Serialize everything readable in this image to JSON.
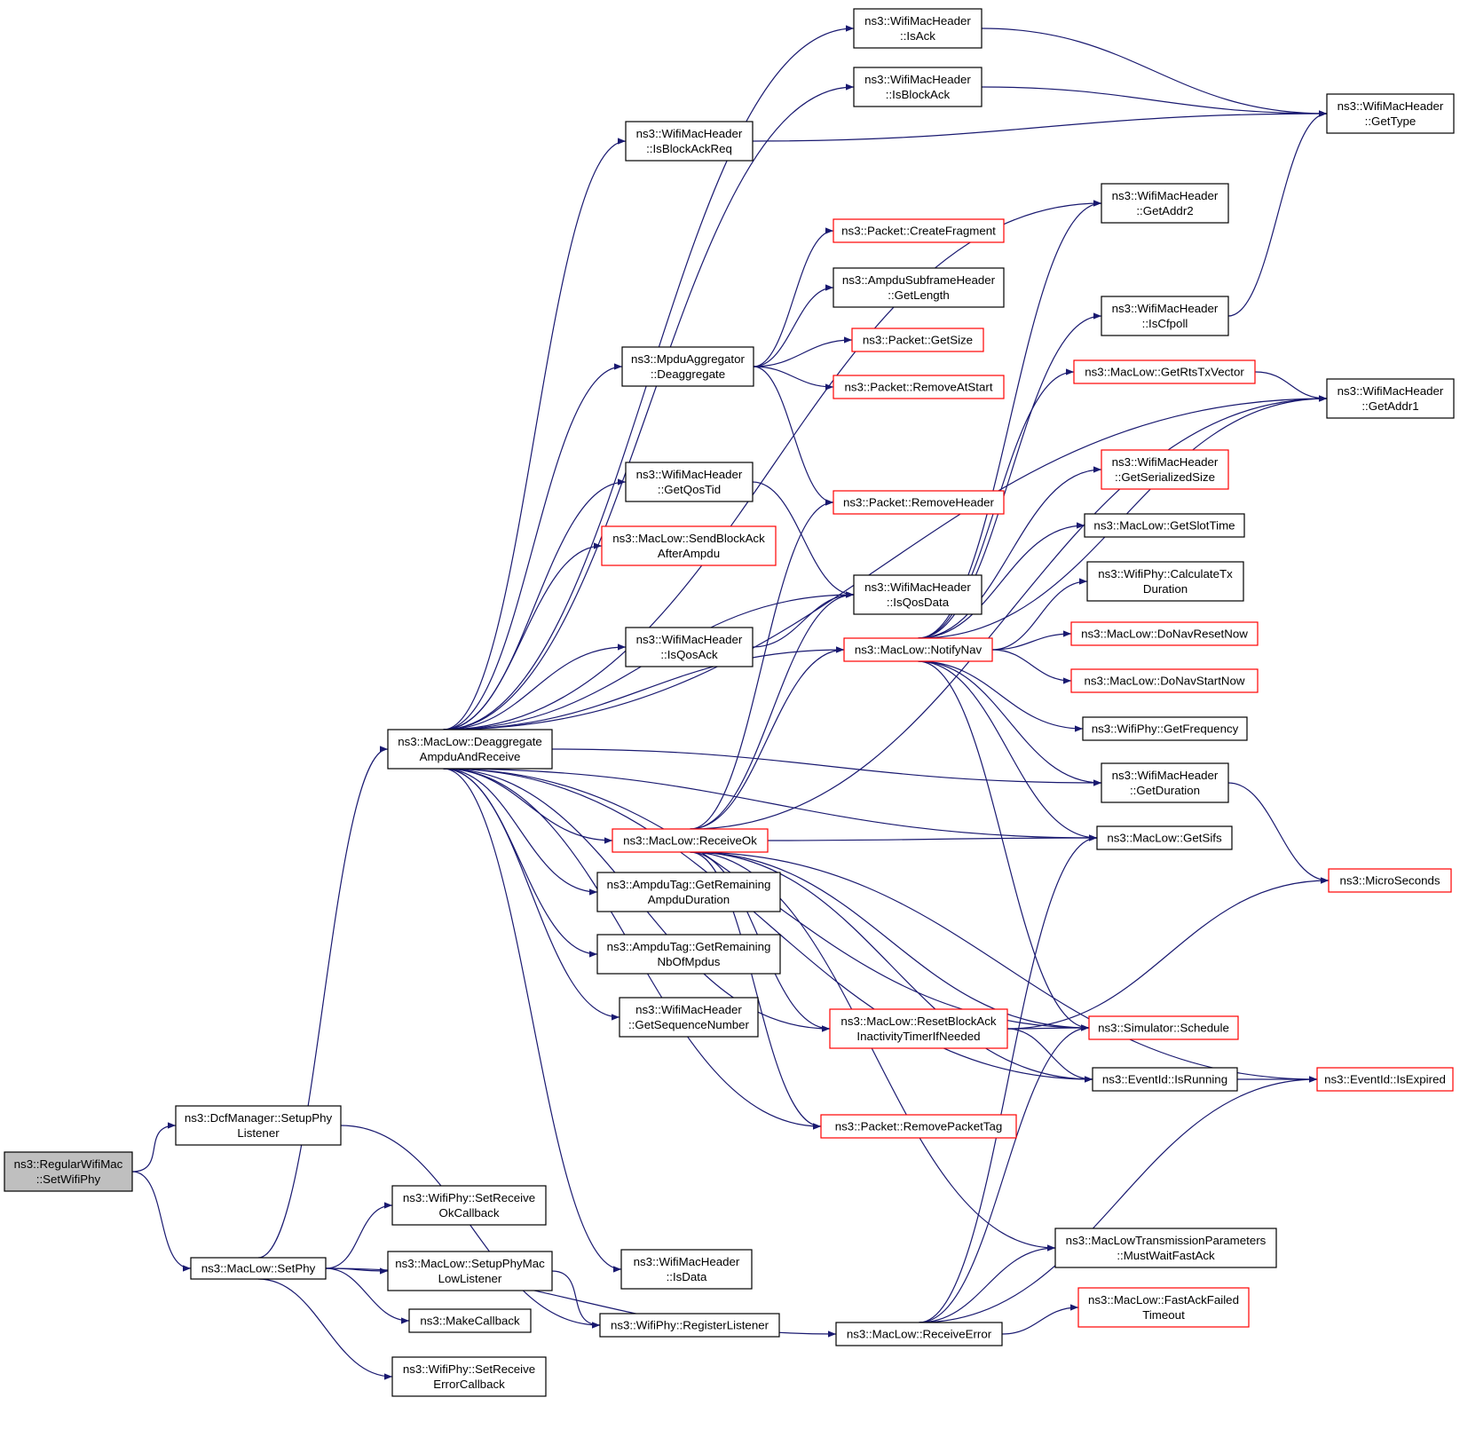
{
  "graph": {
    "colors": {
      "edge": "#191970",
      "external_border": "#ff0000",
      "border": "#000000",
      "root_fill": "#bfbfbf"
    },
    "nodes": [
      {
        "id": "root",
        "lines": [
          "ns3::RegularWifiMac",
          "::SetWifiPhy"
        ],
        "style": "root"
      },
      {
        "id": "dcfSetupPhyListener",
        "lines": [
          "ns3::DcfManager::SetupPhy",
          "Listener"
        ],
        "style": "normal"
      },
      {
        "id": "setPhy",
        "lines": [
          "ns3::MacLow::SetPhy"
        ],
        "style": "normal"
      },
      {
        "id": "deaggAmpdu",
        "lines": [
          "ns3::MacLow::Deaggregate",
          "AmpduAndReceive"
        ],
        "style": "normal"
      },
      {
        "id": "setRecvOk",
        "lines": [
          "ns3::WifiPhy::SetReceive",
          "OkCallback"
        ],
        "style": "normal"
      },
      {
        "id": "setupPhyMacLow",
        "lines": [
          "ns3::MacLow::SetupPhyMac",
          "LowListener"
        ],
        "style": "normal"
      },
      {
        "id": "makeCallback",
        "lines": [
          "ns3::MakeCallback"
        ],
        "style": "normal"
      },
      {
        "id": "setRecvErr",
        "lines": [
          "ns3::WifiPhy::SetReceive",
          "ErrorCallback"
        ],
        "style": "normal"
      },
      {
        "id": "registerListener",
        "lines": [
          "ns3::WifiPhy::RegisterListener"
        ],
        "style": "normal"
      },
      {
        "id": "isData",
        "lines": [
          "ns3::WifiMacHeader",
          "::IsData"
        ],
        "style": "normal"
      },
      {
        "id": "receiveError",
        "lines": [
          "ns3::MacLow::ReceiveError"
        ],
        "style": "normal"
      },
      {
        "id": "isAck",
        "lines": [
          "ns3::WifiMacHeader",
          "::IsAck"
        ],
        "style": "normal"
      },
      {
        "id": "isBlockAck",
        "lines": [
          "ns3::WifiMacHeader",
          "::IsBlockAck"
        ],
        "style": "normal"
      },
      {
        "id": "isBlockAckReq",
        "lines": [
          "ns3::WifiMacHeader",
          "::IsBlockAckReq"
        ],
        "style": "normal"
      },
      {
        "id": "getType",
        "lines": [
          "ns3::WifiMacHeader",
          "::GetType"
        ],
        "style": "normal"
      },
      {
        "id": "getAddr2",
        "lines": [
          "ns3::WifiMacHeader",
          "::GetAddr2"
        ],
        "style": "normal"
      },
      {
        "id": "createFragment",
        "lines": [
          "ns3::Packet::CreateFragment"
        ],
        "style": "red"
      },
      {
        "id": "subframeGetLength",
        "lines": [
          "ns3::AmpduSubframeHeader",
          "::GetLength"
        ],
        "style": "normal"
      },
      {
        "id": "packetGetSize",
        "lines": [
          "ns3::Packet::GetSize"
        ],
        "style": "red"
      },
      {
        "id": "removeAtStart",
        "lines": [
          "ns3::Packet::RemoveAtStart"
        ],
        "style": "red"
      },
      {
        "id": "mpduDeagg",
        "lines": [
          "ns3::MpduAggregator",
          "::Deaggregate"
        ],
        "style": "normal"
      },
      {
        "id": "isCfpoll",
        "lines": [
          "ns3::WifiMacHeader",
          "::IsCfpoll"
        ],
        "style": "normal"
      },
      {
        "id": "getRtsTxVector",
        "lines": [
          "ns3::MacLow::GetRtsTxVector"
        ],
        "style": "red"
      },
      {
        "id": "getAddr1",
        "lines": [
          "ns3::WifiMacHeader",
          "::GetAddr1"
        ],
        "style": "normal"
      },
      {
        "id": "getSerializedSize",
        "lines": [
          "ns3::WifiMacHeader",
          "::GetSerializedSize"
        ],
        "style": "red"
      },
      {
        "id": "getQosTid",
        "lines": [
          "ns3::WifiMacHeader",
          "::GetQosTid"
        ],
        "style": "normal"
      },
      {
        "id": "removeHeader",
        "lines": [
          "ns3::Packet::RemoveHeader"
        ],
        "style": "red"
      },
      {
        "id": "getSlotTime",
        "lines": [
          "ns3::MacLow::GetSlotTime"
        ],
        "style": "normal"
      },
      {
        "id": "sendBlockAck",
        "lines": [
          "ns3::MacLow::SendBlockAck",
          "AfterAmpdu"
        ],
        "style": "red"
      },
      {
        "id": "isQosData",
        "lines": [
          "ns3::WifiMacHeader",
          "::IsQosData"
        ],
        "style": "normal"
      },
      {
        "id": "calcTxDuration",
        "lines": [
          "ns3::WifiPhy::CalculateTx",
          "Duration"
        ],
        "style": "normal"
      },
      {
        "id": "isQosAck",
        "lines": [
          "ns3::WifiMacHeader",
          "::IsQosAck"
        ],
        "style": "normal"
      },
      {
        "id": "notifyNav",
        "lines": [
          "ns3::MacLow::NotifyNav"
        ],
        "style": "red"
      },
      {
        "id": "doNavResetNow",
        "lines": [
          "ns3::MacLow::DoNavResetNow"
        ],
        "style": "red"
      },
      {
        "id": "doNavStartNow",
        "lines": [
          "ns3::MacLow::DoNavStartNow"
        ],
        "style": "red"
      },
      {
        "id": "getFrequency",
        "lines": [
          "ns3::WifiPhy::GetFrequency"
        ],
        "style": "normal"
      },
      {
        "id": "getDuration",
        "lines": [
          "ns3::WifiMacHeader",
          "::GetDuration"
        ],
        "style": "normal"
      },
      {
        "id": "receiveOk",
        "lines": [
          "ns3::MacLow::ReceiveOk"
        ],
        "style": "red"
      },
      {
        "id": "getSifs",
        "lines": [
          "ns3::MacLow::GetSifs"
        ],
        "style": "normal"
      },
      {
        "id": "microSeconds",
        "lines": [
          "ns3::MicroSeconds"
        ],
        "style": "red"
      },
      {
        "id": "ampduDuration",
        "lines": [
          "ns3::AmpduTag::GetRemaining",
          "AmpduDuration"
        ],
        "style": "normal"
      },
      {
        "id": "nbOfMpdus",
        "lines": [
          "ns3::AmpduTag::GetRemaining",
          "NbOfMpdus"
        ],
        "style": "normal"
      },
      {
        "id": "getSeqNum",
        "lines": [
          "ns3::WifiMacHeader",
          "::GetSequenceNumber"
        ],
        "style": "normal"
      },
      {
        "id": "resetBlockAck",
        "lines": [
          "ns3::MacLow::ResetBlockAck",
          "InactivityTimerIfNeeded"
        ],
        "style": "red"
      },
      {
        "id": "schedule",
        "lines": [
          "ns3::Simulator::Schedule"
        ],
        "style": "red"
      },
      {
        "id": "isRunning",
        "lines": [
          "ns3::EventId::IsRunning"
        ],
        "style": "normal"
      },
      {
        "id": "isExpired",
        "lines": [
          "ns3::EventId::IsExpired"
        ],
        "style": "red"
      },
      {
        "id": "removePacketTag",
        "lines": [
          "ns3::Packet::RemovePacketTag"
        ],
        "style": "red"
      },
      {
        "id": "mustWaitFastAck",
        "lines": [
          "ns3::MacLowTransmissionParameters",
          "::MustWaitFastAck"
        ],
        "style": "normal"
      },
      {
        "id": "fastAckFailed",
        "lines": [
          "ns3::MacLow::FastAckFailed",
          "Timeout"
        ],
        "style": "red"
      }
    ],
    "edges": [
      [
        "root",
        "dcfSetupPhyListener"
      ],
      [
        "root",
        "setPhy"
      ],
      [
        "dcfSetupPhyListener",
        "registerListener"
      ],
      [
        "setPhy",
        "deaggAmpdu"
      ],
      [
        "setPhy",
        "setRecvOk"
      ],
      [
        "setPhy",
        "setupPhyMacLow"
      ],
      [
        "setPhy",
        "makeCallback"
      ],
      [
        "setPhy",
        "setRecvErr"
      ],
      [
        "setPhy",
        "receiveError"
      ],
      [
        "setupPhyMacLow",
        "registerListener"
      ],
      [
        "deaggAmpdu",
        "isAck"
      ],
      [
        "deaggAmpdu",
        "isBlockAck"
      ],
      [
        "deaggAmpdu",
        "isBlockAckReq"
      ],
      [
        "deaggAmpdu",
        "getAddr2"
      ],
      [
        "deaggAmpdu",
        "mpduDeagg"
      ],
      [
        "deaggAmpdu",
        "getAddr1"
      ],
      [
        "deaggAmpdu",
        "getQosTid"
      ],
      [
        "deaggAmpdu",
        "sendBlockAck"
      ],
      [
        "deaggAmpdu",
        "isQosData"
      ],
      [
        "deaggAmpdu",
        "isQosAck"
      ],
      [
        "deaggAmpdu",
        "notifyNav"
      ],
      [
        "deaggAmpdu",
        "getDuration"
      ],
      [
        "deaggAmpdu",
        "getSifs"
      ],
      [
        "deaggAmpdu",
        "receiveOk"
      ],
      [
        "deaggAmpdu",
        "ampduDuration"
      ],
      [
        "deaggAmpdu",
        "nbOfMpdus"
      ],
      [
        "deaggAmpdu",
        "getSeqNum"
      ],
      [
        "deaggAmpdu",
        "resetBlockAck"
      ],
      [
        "deaggAmpdu",
        "removePacketTag"
      ],
      [
        "deaggAmpdu",
        "schedule"
      ],
      [
        "deaggAmpdu",
        "isRunning"
      ],
      [
        "deaggAmpdu",
        "isData"
      ],
      [
        "isAck",
        "getType"
      ],
      [
        "isBlockAck",
        "getType"
      ],
      [
        "isBlockAckReq",
        "getType"
      ],
      [
        "isCfpoll",
        "getType"
      ],
      [
        "mpduDeagg",
        "createFragment"
      ],
      [
        "mpduDeagg",
        "subframeGetLength"
      ],
      [
        "mpduDeagg",
        "packetGetSize"
      ],
      [
        "mpduDeagg",
        "removeAtStart"
      ],
      [
        "mpduDeagg",
        "removeHeader"
      ],
      [
        "getQosTid",
        "isQosData"
      ],
      [
        "isQosAck",
        "isQosData"
      ],
      [
        "notifyNav",
        "getAddr2"
      ],
      [
        "notifyNav",
        "getAddr1"
      ],
      [
        "notifyNav",
        "isCfpoll"
      ],
      [
        "notifyNav",
        "getRtsTxVector"
      ],
      [
        "notifyNav",
        "getSerializedSize"
      ],
      [
        "notifyNav",
        "getSlotTime"
      ],
      [
        "notifyNav",
        "calcTxDuration"
      ],
      [
        "notifyNav",
        "doNavResetNow"
      ],
      [
        "notifyNav",
        "doNavStartNow"
      ],
      [
        "notifyNav",
        "getFrequency"
      ],
      [
        "notifyNav",
        "getDuration"
      ],
      [
        "notifyNav",
        "getSifs"
      ],
      [
        "notifyNav",
        "schedule"
      ],
      [
        "getRtsTxVector",
        "getAddr1"
      ],
      [
        "getDuration",
        "microSeconds"
      ],
      [
        "receiveOk",
        "removeHeader"
      ],
      [
        "receiveOk",
        "isQosData"
      ],
      [
        "receiveOk",
        "notifyNav"
      ],
      [
        "receiveOk",
        "getSifs"
      ],
      [
        "receiveOk",
        "getAddr1"
      ],
      [
        "receiveOk",
        "resetBlockAck"
      ],
      [
        "receiveOk",
        "schedule"
      ],
      [
        "receiveOk",
        "isRunning"
      ],
      [
        "receiveOk",
        "isExpired"
      ],
      [
        "receiveOk",
        "removePacketTag"
      ],
      [
        "receiveOk",
        "mustWaitFastAck"
      ],
      [
        "resetBlockAck",
        "microSeconds"
      ],
      [
        "resetBlockAck",
        "schedule"
      ],
      [
        "resetBlockAck",
        "isRunning"
      ],
      [
        "isRunning",
        "isExpired"
      ],
      [
        "receiveError",
        "getSifs"
      ],
      [
        "receiveError",
        "schedule"
      ],
      [
        "receiveError",
        "mustWaitFastAck"
      ],
      [
        "receiveError",
        "fastAckFailed"
      ],
      [
        "receiveError",
        "isExpired"
      ]
    ]
  }
}
